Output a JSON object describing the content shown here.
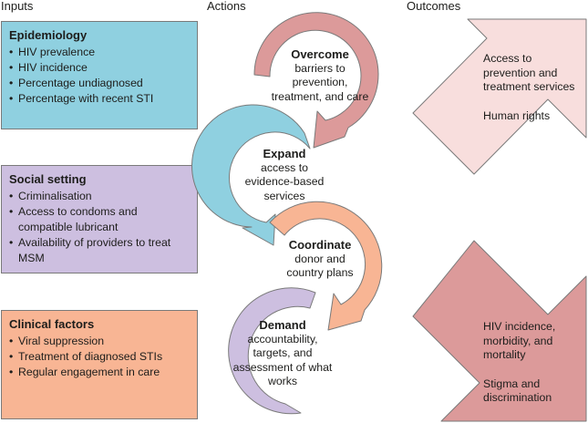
{
  "headers": {
    "inputs": "Inputs",
    "actions": "Actions",
    "outcomes": "Outcomes"
  },
  "inputs": [
    {
      "title": "Epidemiology",
      "color": "#8fd0e0",
      "items": [
        "HIV prevalence",
        "HIV incidence",
        "Percentage undiagnosed",
        "Percentage with recent STI"
      ]
    },
    {
      "title": "Social setting",
      "color": "#cdbfe0",
      "items": [
        "Criminalisation",
        "Access to condoms and compatible lubricant",
        "Availability of providers to treat MSM"
      ]
    },
    {
      "title": "Clinical factors",
      "color": "#f8b594",
      "items": [
        "Viral suppression",
        "Treatment of diagnosed STIs",
        "Regular engagement in care"
      ]
    }
  ],
  "actions": [
    {
      "title": "Overcome",
      "text": "barriers to prevention, treatment, and care",
      "color": "#dc9a9a"
    },
    {
      "title": "Expand",
      "text": "access to evidence-based services",
      "color": "#8fd0e0"
    },
    {
      "title": "Coordinate",
      "text": "donor and country plans",
      "color": "#f8b594"
    },
    {
      "title": "Demand",
      "text": "accountability, targets, and assessment of what works",
      "color": "#cdbfe0"
    }
  ],
  "outcomes": [
    {
      "lines": [
        "Access to prevention and treatment services",
        "Human rights"
      ],
      "color": "#f8dedd"
    },
    {
      "lines": [
        "HIV incidence, morbidity, and mortality",
        "Stigma and discrimination"
      ],
      "color": "#dc9a9a"
    }
  ]
}
